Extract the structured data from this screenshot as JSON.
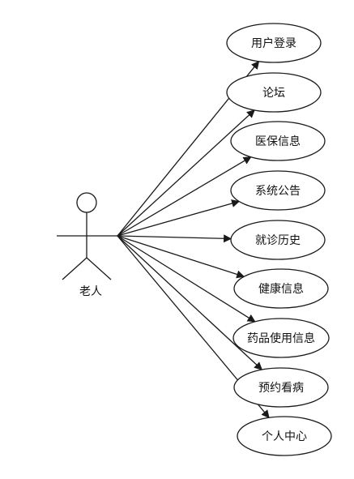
{
  "actor": {
    "label": "老人"
  },
  "use_cases": [
    {
      "id": "login",
      "label": "用户登录"
    },
    {
      "id": "forum",
      "label": "论坛"
    },
    {
      "id": "medical-insurance",
      "label": "医保信息"
    },
    {
      "id": "announcement",
      "label": "系统公告"
    },
    {
      "id": "visit-history",
      "label": "就诊历史"
    },
    {
      "id": "health-info",
      "label": "健康信息"
    },
    {
      "id": "medication-info",
      "label": "药品使用信息"
    },
    {
      "id": "appointment",
      "label": "预约看病"
    },
    {
      "id": "personal-center",
      "label": "个人中心"
    }
  ],
  "colors": {
    "stroke": "#1a1a1a",
    "background": "#ffffff",
    "text": "#111111"
  }
}
